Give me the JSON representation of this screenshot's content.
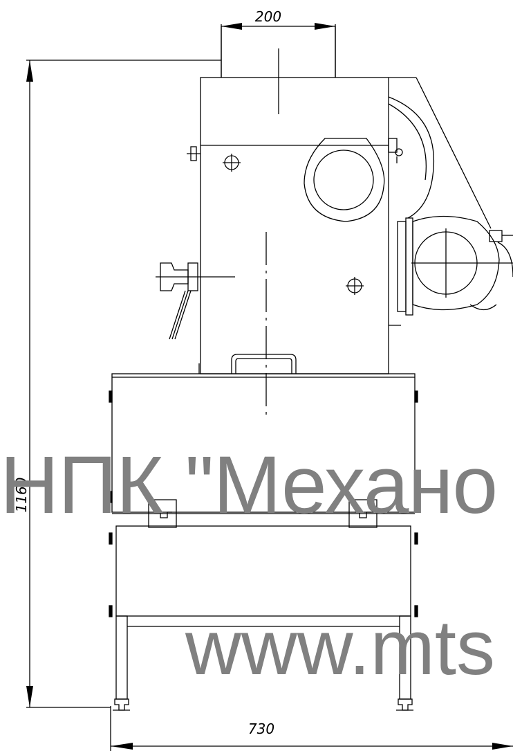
{
  "dimensions": {
    "width_top": "200",
    "height": "1160",
    "width_bottom": "730"
  },
  "watermark": {
    "line1": "НПК \"Механо",
    "line2": "www.mts"
  },
  "colors": {
    "line": "#000000",
    "watermark": "#808080",
    "background": "#ffffff"
  }
}
